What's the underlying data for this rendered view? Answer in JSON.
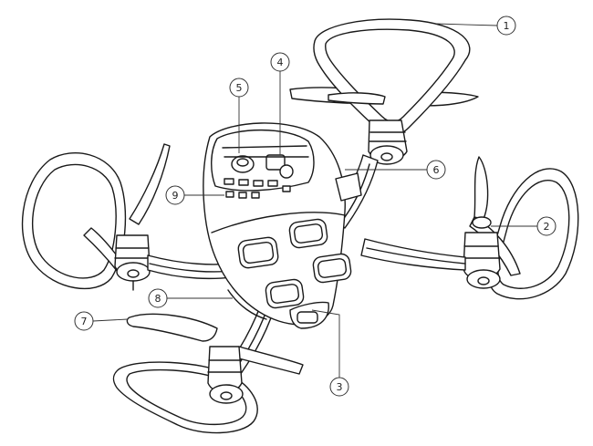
{
  "diagram": {
    "subject": "quadcopter-drone-line-drawing",
    "line_color": "#1a1a1a",
    "fill_color": "#ffffff",
    "callouts": [
      {
        "number": "1",
        "part": "propeller-guard"
      },
      {
        "number": "2",
        "part": "propeller"
      },
      {
        "number": "3",
        "part": "battery-compartment"
      },
      {
        "number": "4",
        "part": "camera"
      },
      {
        "number": "5",
        "part": "power-switch"
      },
      {
        "number": "6",
        "part": "motor-arm"
      },
      {
        "number": "7",
        "part": "spare-propeller"
      },
      {
        "number": "8",
        "part": "landing-leg"
      },
      {
        "number": "9",
        "part": "control-panel"
      }
    ]
  }
}
